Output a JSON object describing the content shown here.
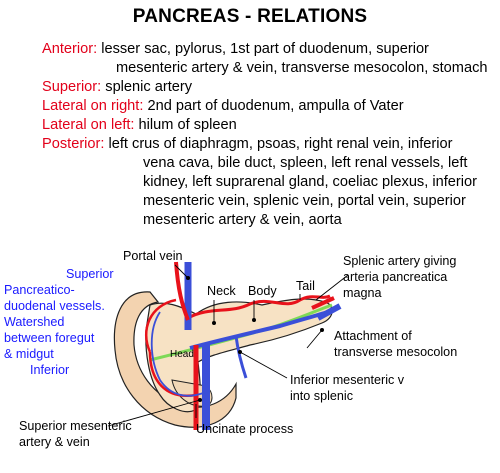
{
  "title": "PANCREAS - RELATIONS",
  "relations": {
    "anterior": {
      "label": "Anterior:",
      "line1": " lesser sac, pylorus, 1st part of duodenum, superior",
      "line2": "mesenteric artery & vein, transverse mesocolon, stomach"
    },
    "superior": {
      "label": "Superior:",
      "text": " splenic artery"
    },
    "lateral_right": {
      "label": "Lateral on right:",
      "text": " 2nd part of duodenum, ampulla of Vater"
    },
    "lateral_left": {
      "label": "Lateral on left:",
      "text": " hilum of spleen"
    },
    "posterior": {
      "label": "Posterior:",
      "line1": " left crus of diaphragm, psoas, right renal vein, inferior",
      "line2": "vena cava, bile duct, spleen, left renal vessels, left",
      "line3": "kidney, left suprarenal gland, coeliac plexus, inferior",
      "line4": "mesenteric vein, splenic vein, portal vein, superior",
      "line5": "mesenteric artery & vein, aorta"
    }
  },
  "diagram": {
    "portal_vein": "Portal vein",
    "neck": "Neck",
    "body": "Body",
    "tail": "Tail",
    "head": "Head",
    "splenic_artery": [
      "Splenic artery giving",
      "arteria pancreatica",
      "magna"
    ],
    "pancreaticoduodenal": [
      "Superior",
      "Pancreatico-",
      "duodenal vessels.",
      "Watershed",
      "between foregut",
      "& midgut",
      "Inferior"
    ],
    "transverse_mesocolon": [
      "Attachment of",
      "transverse mesocolon"
    ],
    "inferior_mesenteric": [
      "Inferior mesenteric v",
      "into splenic"
    ],
    "smav": [
      "Superior mesenteric",
      "artery & vein"
    ],
    "uncinate": "Uncinate process"
  },
  "colors": {
    "relation_label": "#e2001a",
    "annotation_blue": "#1a1aff",
    "pancreas": "#f7e2c4",
    "artery": "#e8121b",
    "vein": "#3b4fd8",
    "mesocolon": "#7ed957",
    "duodenum": "#f3d3b0"
  }
}
